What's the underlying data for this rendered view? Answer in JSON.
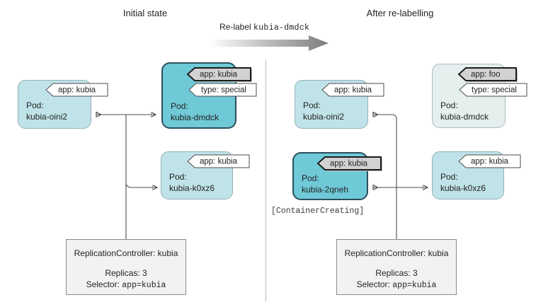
{
  "figure": {
    "left_panel_title": "Initial state",
    "right_panel_title": "After re-labelling",
    "transition": {
      "caption_prefix": "Re-label ",
      "caption_mono": "kubia-dmdck",
      "arrow_icon": "right-arrow-gradient-icon"
    }
  },
  "colors": {
    "pod_fill": "#c0e4e9",
    "pod_fill_highlight": "#6fc9d7",
    "pod_fill_faded": "#e4efee",
    "pod_border": "#8aa8ad",
    "pod_border_highlight": "#2c4f5c",
    "tag_fill": "#ffffff",
    "tag_fill_highlight": "#d2d2d2",
    "rc_fill": "#f2f2f2",
    "rc_border": "#8c8c8c",
    "wire": "#4f4f4f",
    "divider": "#b9b9b9",
    "text": "#231f20"
  },
  "left_panel": {
    "pods": [
      {
        "kind_label": "Pod:",
        "name": "kubia-oini2",
        "state": "normal",
        "tags": [
          {
            "text": "app: kubia",
            "style": "plain"
          }
        ]
      },
      {
        "kind_label": "Pod:",
        "name": "kubia-dmdck",
        "state": "highlight",
        "tags": [
          {
            "text": "app: kubia",
            "style": "highlight"
          },
          {
            "text": "type: special",
            "style": "plain"
          }
        ]
      },
      {
        "kind_label": "Pod:",
        "name": "kubia-k0xz6",
        "state": "normal",
        "tags": [
          {
            "text": "app: kubia",
            "style": "plain"
          }
        ]
      }
    ],
    "controller": {
      "title": "ReplicationController: kubia",
      "replicas_label": "Replicas: 3",
      "selector_label": "Selector: ",
      "selector_value": "app=kubia"
    }
  },
  "right_panel": {
    "pods": [
      {
        "kind_label": "Pod:",
        "name": "kubia-oini2",
        "state": "normal",
        "tags": [
          {
            "text": "app: kubia",
            "style": "plain"
          }
        ]
      },
      {
        "kind_label": "Pod:",
        "name": "kubia-dmdck",
        "state": "faded",
        "tags": [
          {
            "text": "app: foo",
            "style": "highlight"
          },
          {
            "text": "type: special",
            "style": "plain"
          }
        ]
      },
      {
        "kind_label": "Pod:",
        "name": "kubia-2qneh",
        "state": "highlight",
        "status_note": "[ContainerCreating]",
        "tags": [
          {
            "text": "app: kubia",
            "style": "highlight"
          }
        ]
      },
      {
        "kind_label": "Pod:",
        "name": "kubia-k0xz6",
        "state": "normal",
        "tags": [
          {
            "text": "app: kubia",
            "style": "plain"
          }
        ]
      }
    ],
    "controller": {
      "title": "ReplicationController: kubia",
      "replicas_label": "Replicas: 3",
      "selector_label": "Selector: ",
      "selector_value": "app=kubia"
    }
  }
}
